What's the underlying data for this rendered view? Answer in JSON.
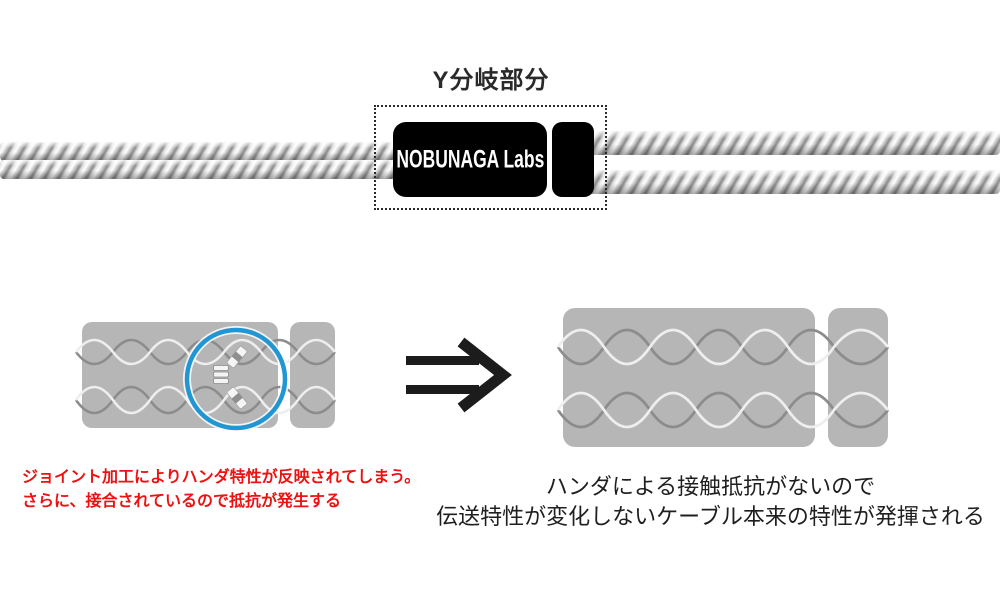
{
  "header": {
    "title": "Y分岐部分"
  },
  "splitter": {
    "brand_label": "NOBUNAGA Labs"
  },
  "before_panel": {
    "caption_line1": "ジョイント加工によりハンダ特性が反映されてしまう。",
    "caption_line2": "さらに、接合されているので抵抗が発生する"
  },
  "after_panel": {
    "caption_line1": "ハンダによる接触抵抗がないので",
    "caption_line2": "伝送特性が変化しないケーブル本来の特性が発揮される"
  },
  "colors": {
    "highlight_circle": "#2196d3",
    "warning_text": "#ee1111",
    "splitter_body": "#000000",
    "cable_sleeve": "#b6b6b6",
    "arrow": "#1c1c1c",
    "wire_light": "#eeeeee",
    "wire_dark": "#8c8c8c"
  }
}
